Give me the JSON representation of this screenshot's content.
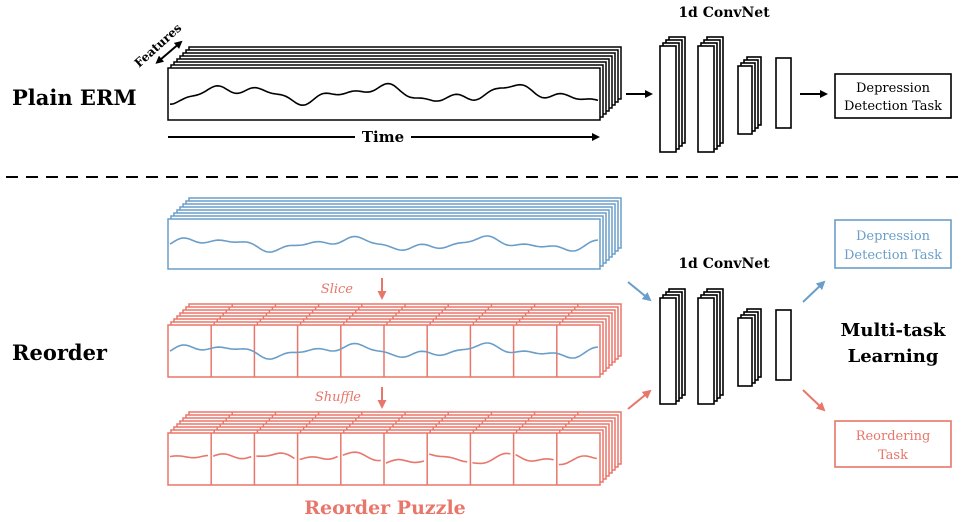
{
  "labels": {
    "plain_erm": "Plain ERM",
    "reorder": "Reorder",
    "features": "Features",
    "time": "Time",
    "convnet_top": "1d ConvNet",
    "convnet_bottom": "1d ConvNet",
    "depression_top_line1": "Depression",
    "depression_top_line2": "Detection Task",
    "depression_bottom_line1": "Depression",
    "depression_bottom_line2": "Detection Task",
    "reordering_line1": "Reordering",
    "reordering_line2": "Task",
    "multitask_line1": "Multi-task",
    "multitask_line2": "Learning",
    "slice": "Slice",
    "shuffle": "Shuffle",
    "reorder_puzzle": "Reorder Puzzle"
  },
  "colors": {
    "black": "#000000",
    "blue": "#6a9ec9",
    "salmon": "#e8766a"
  }
}
